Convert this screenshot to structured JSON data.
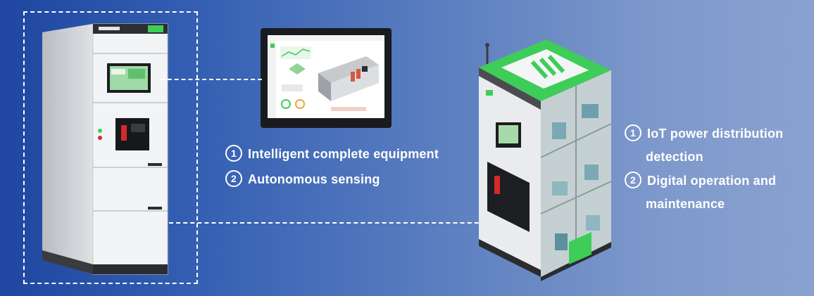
{
  "left_features": [
    {
      "number": "1",
      "label": "Intelligent complete equipment"
    },
    {
      "number": "2",
      "label": "Autonomous sensing"
    }
  ],
  "right_features": [
    {
      "number": "1",
      "label_line1": "IoT power distribution",
      "label_line2": "detection"
    },
    {
      "number": "2",
      "label_line1": "Digital operation and",
      "label_line2": "maintenance"
    }
  ],
  "colors": {
    "background_left": "#1f46a0",
    "background_right": "#8aa2d0",
    "brand_green": "#3dcd58",
    "text": "#ffffff"
  },
  "images": [
    "switchgear-cabinet-image",
    "hmi-touchscreen-monitor-image",
    "isometric-smart-switchgear-building-image"
  ]
}
